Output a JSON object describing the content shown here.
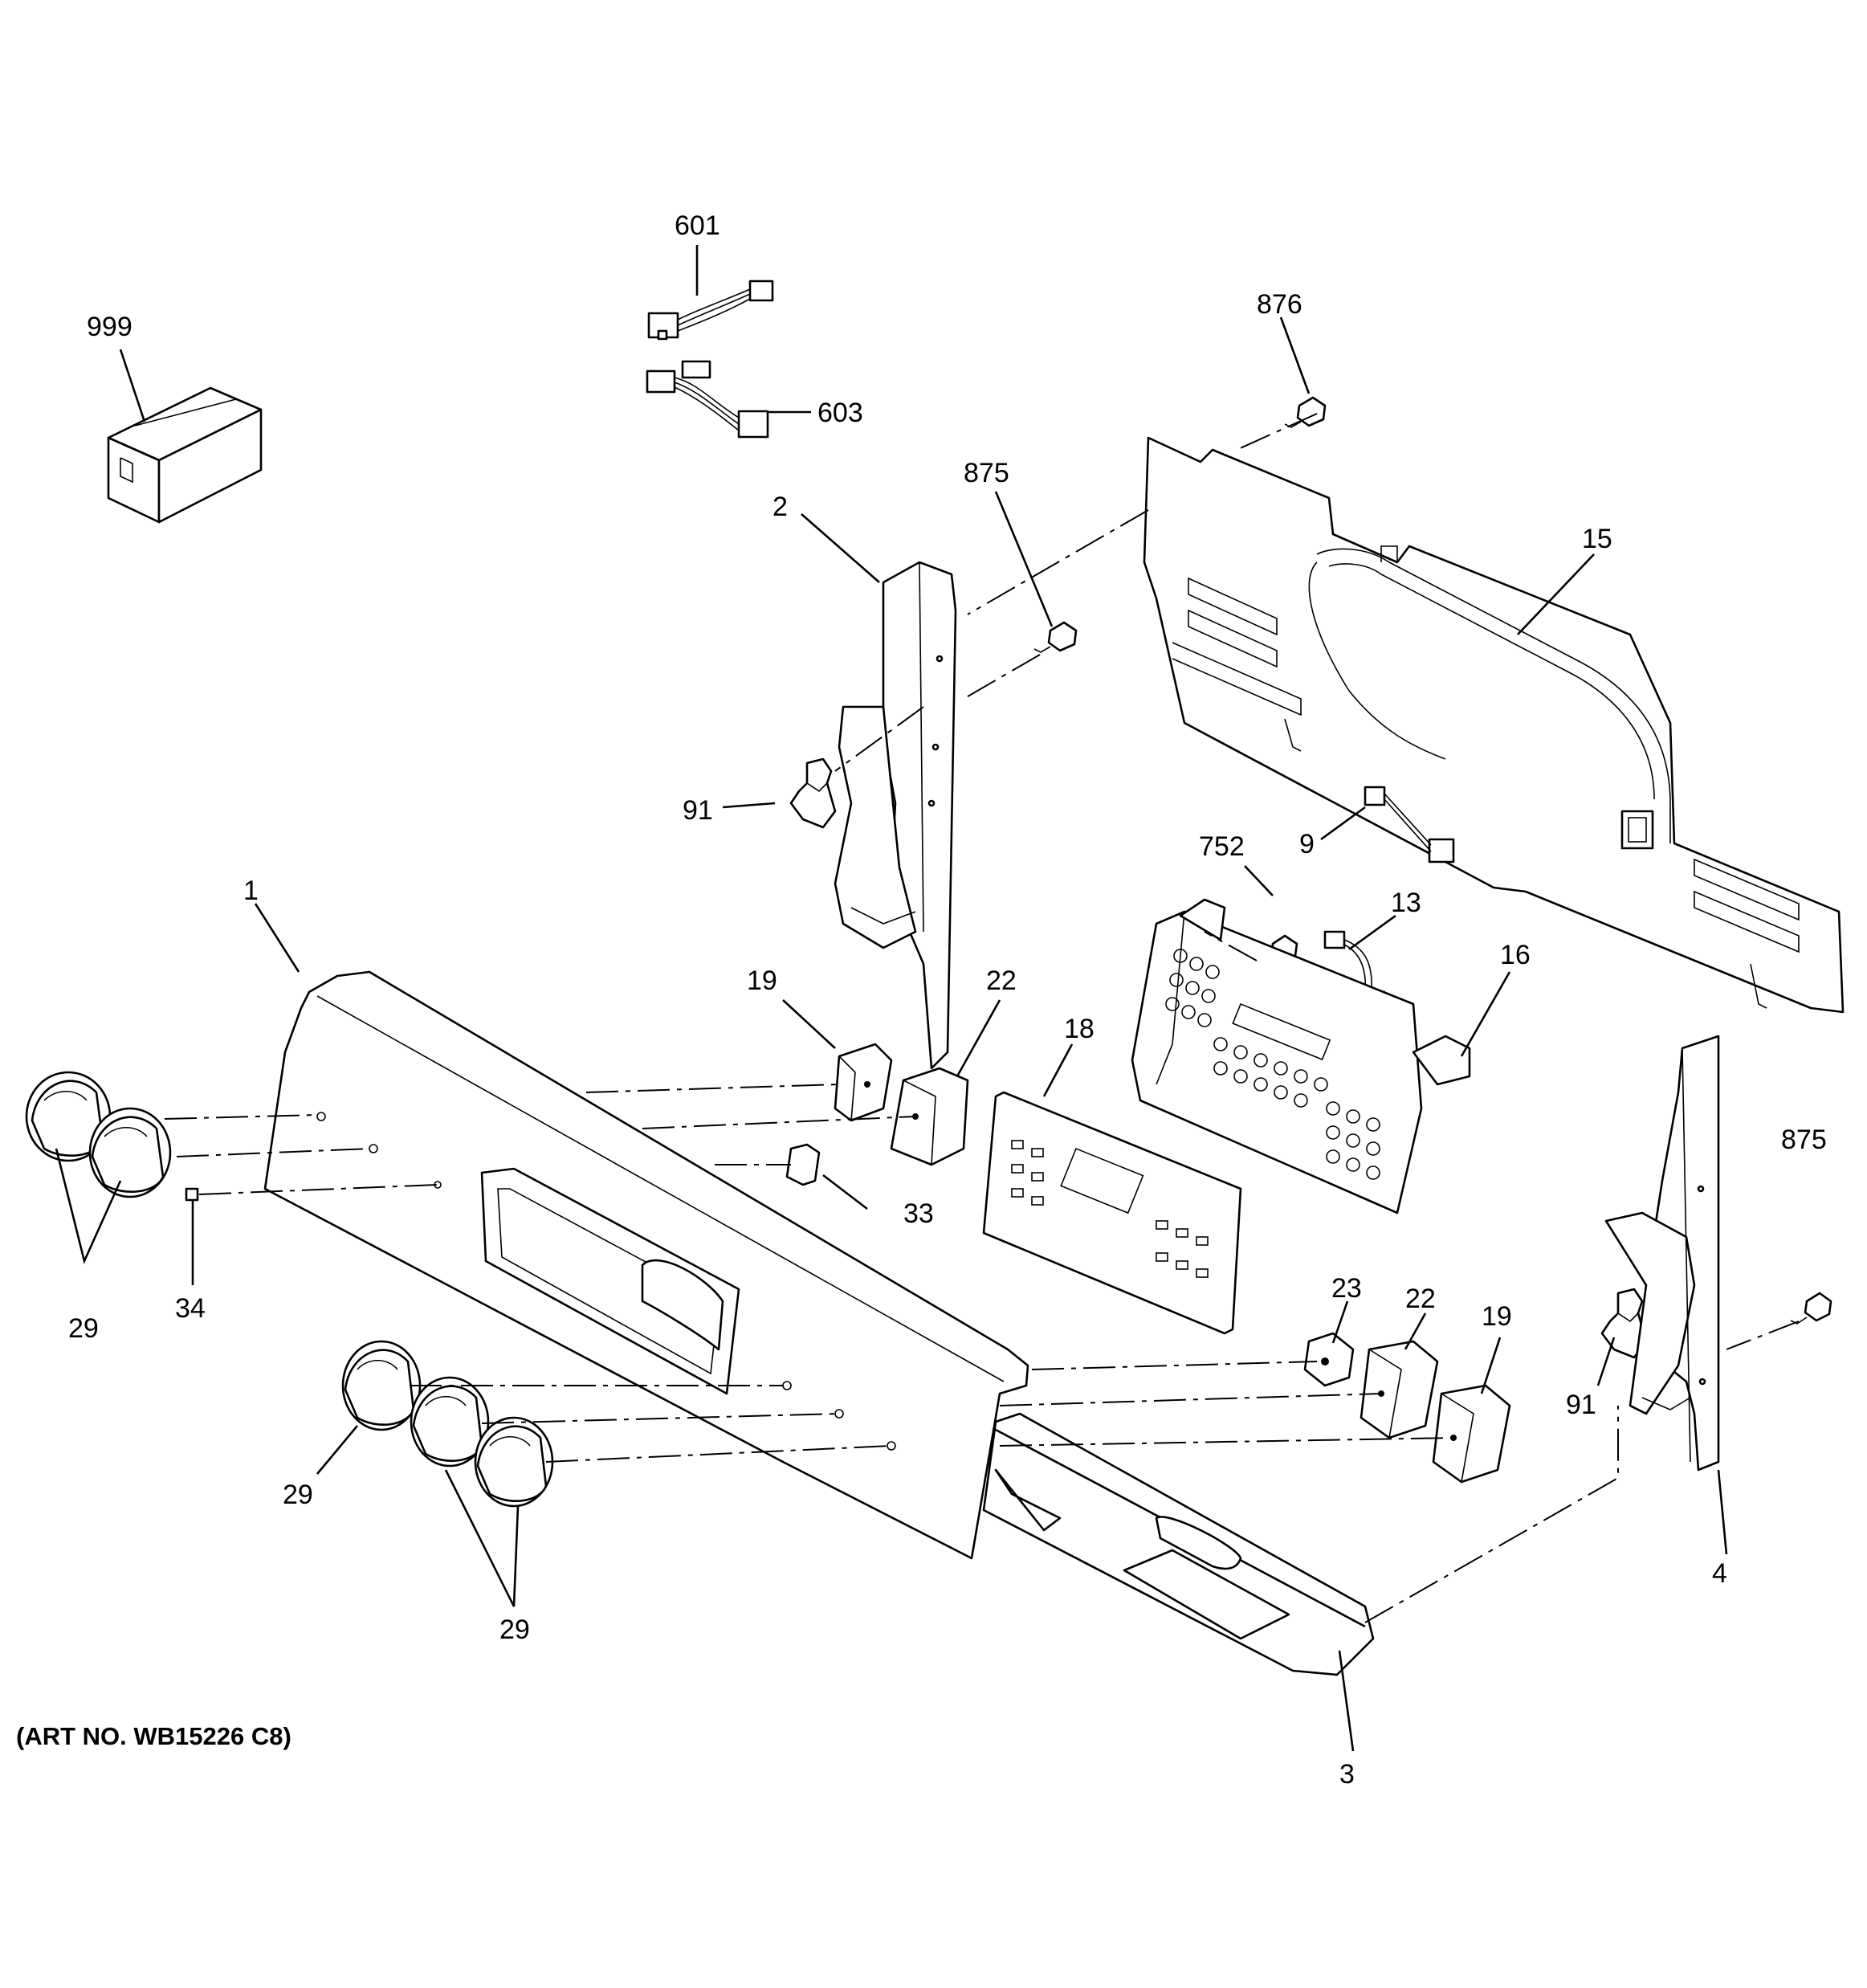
{
  "diagram": {
    "art_number": "(ART NO. WB15226 C8)",
    "callouts": {
      "c999": "999",
      "c601": "601",
      "c603": "603",
      "c876": "876",
      "c875_top": "875",
      "c2": "2",
      "c15": "15",
      "c91_top": "91",
      "c9": "9",
      "c752": "752",
      "c13": "13",
      "c1": "1",
      "c19_top": "19",
      "c22_top": "22",
      "c18": "18",
      "c16": "16",
      "c875_right": "875",
      "c33": "33",
      "c34": "34",
      "c29_left": "29",
      "c23": "23",
      "c22_bottom": "22",
      "c19_bottom": "19",
      "c91_right": "91",
      "c29_mid": "29",
      "c29_bottom": "29",
      "c4": "4",
      "c3": "3"
    }
  }
}
